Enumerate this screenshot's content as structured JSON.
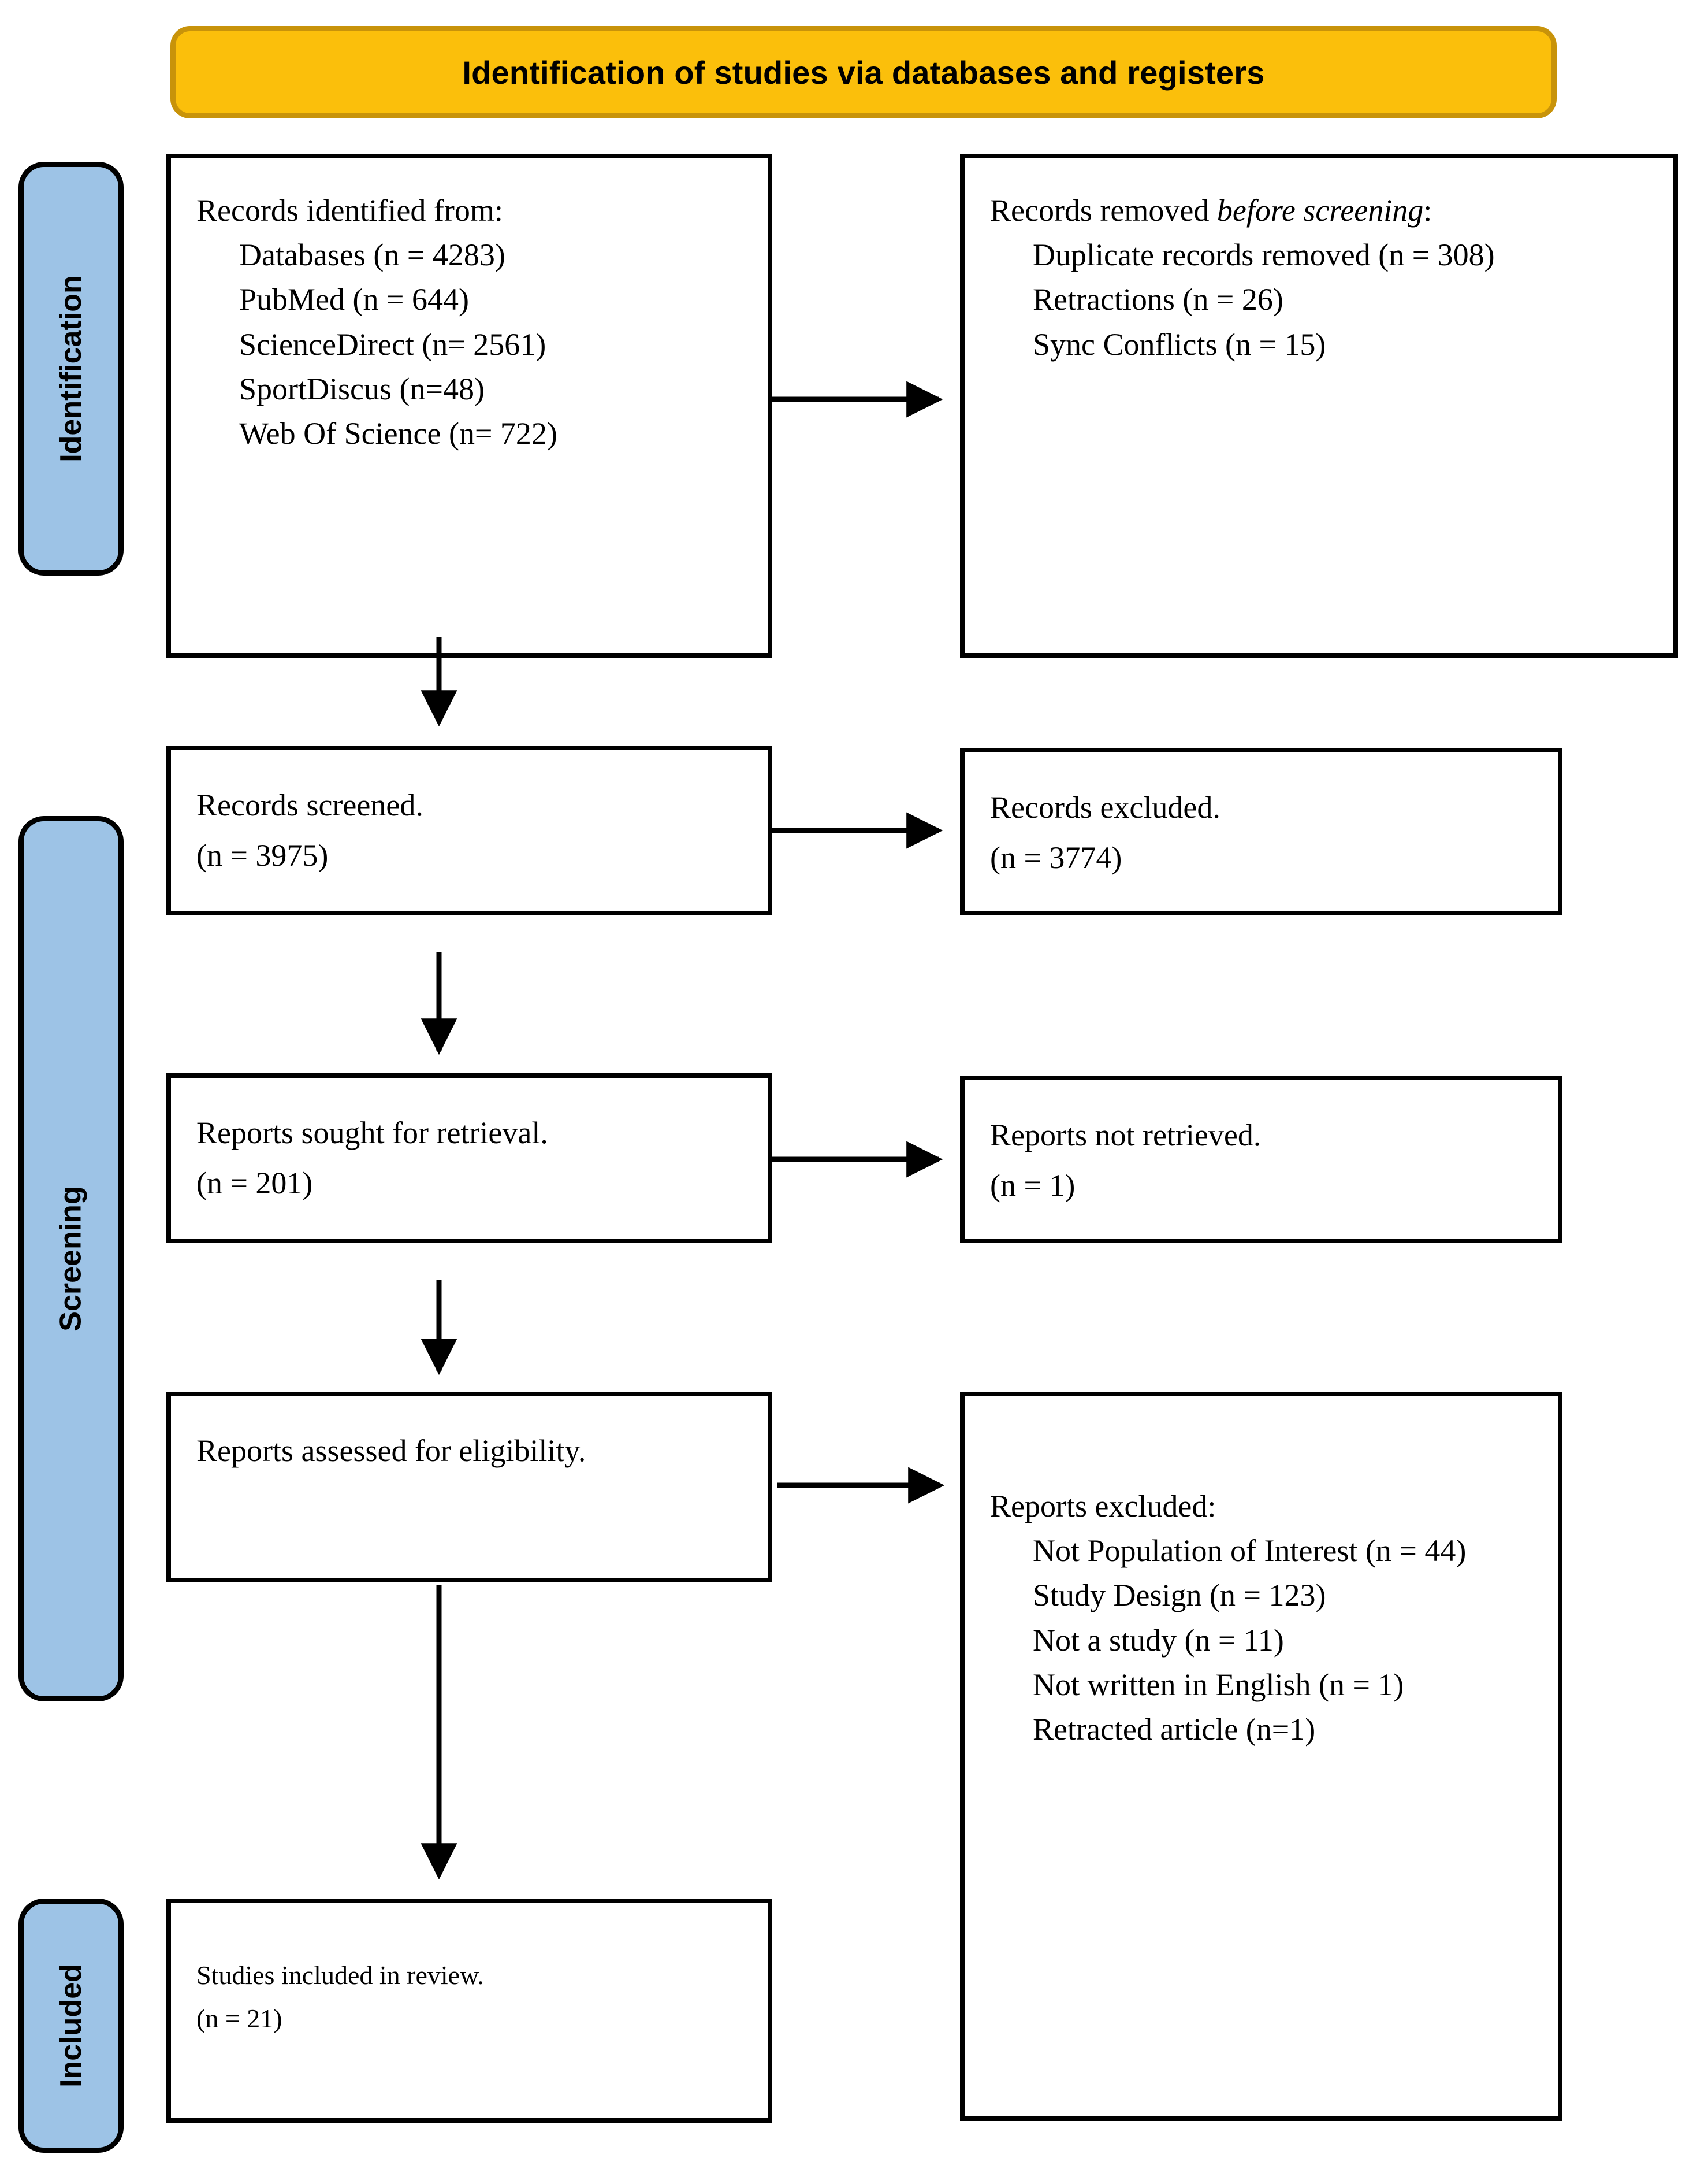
{
  "banner": {
    "title": "Identification of studies via databases and registers",
    "fill": "#FBBF0B",
    "border": "#C8930A"
  },
  "stages": {
    "fill": "#9DC3E6",
    "identification": "Identification",
    "screening": "Screening",
    "included": "Included"
  },
  "boxes": {
    "identified": {
      "heading": "Records identified from:",
      "items": [
        "Databases (n = 4283)",
        "PubMed (n = 644)",
        "ScienceDirect (n= 2561)",
        "SportDiscus (n=48)",
        "Web Of Science (n= 722)"
      ]
    },
    "removed": {
      "heading_plain": "Records removed ",
      "heading_italic": "before screening",
      "heading_tail": ":",
      "items": [
        "Duplicate records removed   (n = 308)",
        "Retractions (n = 26)",
        "Sync Conflicts   (n = 15)"
      ]
    },
    "screened": {
      "line1": "Records screened.",
      "line2": "(n = 3975)"
    },
    "excluded": {
      "line1": "Records excluded.",
      "line2": "(n = 3774)"
    },
    "sought": {
      "line1": "Reports sought for retrieval.",
      "line2": "(n = 201)"
    },
    "not_retrieved": {
      "line1": "Reports not retrieved.",
      "line2": "(n = 1)"
    },
    "assessed": {
      "line1": "Reports assessed for eligibility."
    },
    "reports_excluded": {
      "heading": "Reports excluded:",
      "items": [
        "Not Population of Interest (n = 44)",
        "Study Design (n = 123)",
        "Not a study (n = 11)",
        "Not written in English (n = 1)",
        "Retracted article (n=1)"
      ]
    },
    "included": {
      "line1": "Studies included in review.",
      "line2": "(n = 21)"
    }
  }
}
